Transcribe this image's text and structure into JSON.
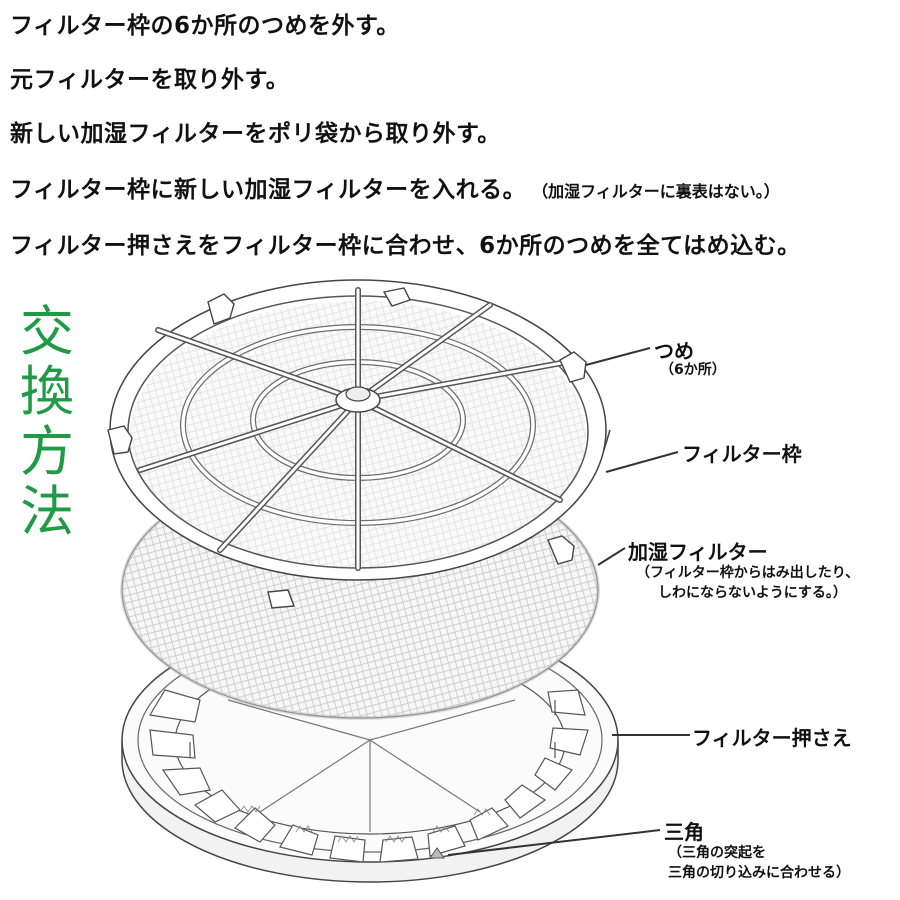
{
  "steps": [
    {
      "text": "フィルター枠の6か所のつめを外す。"
    },
    {
      "text": "元フィルターを取り外す。"
    },
    {
      "text": "新しい加湿フィルターをポリ袋から取り外す。"
    },
    {
      "text": "フィルター枠に新しい加湿フィルターを入れる。",
      "note": "（加湿フィルターに裏表はない。）"
    },
    {
      "text": "フィルター押さえをフィルター枠に合わせ、6か所のつめを全てはめ込む。"
    }
  ],
  "title_vertical": [
    "交",
    "換",
    "方",
    "法"
  ],
  "callouts": {
    "tsume": {
      "label": "つめ",
      "sub": "（6か所）"
    },
    "frame": {
      "label": "フィルター枠"
    },
    "filter": {
      "label": "加湿フィルター",
      "sub1": "（フィルター枠からはみ出したり、",
      "sub2": "しわにならないようにする。）"
    },
    "presser": {
      "label": "フィルター押さえ"
    },
    "triangle": {
      "label": "三角",
      "sub1": "（三角の突起を",
      "sub2": "三角の切り込みに合わせる）"
    }
  },
  "colors": {
    "title_green": "#1f9a45",
    "line": "#333333"
  }
}
